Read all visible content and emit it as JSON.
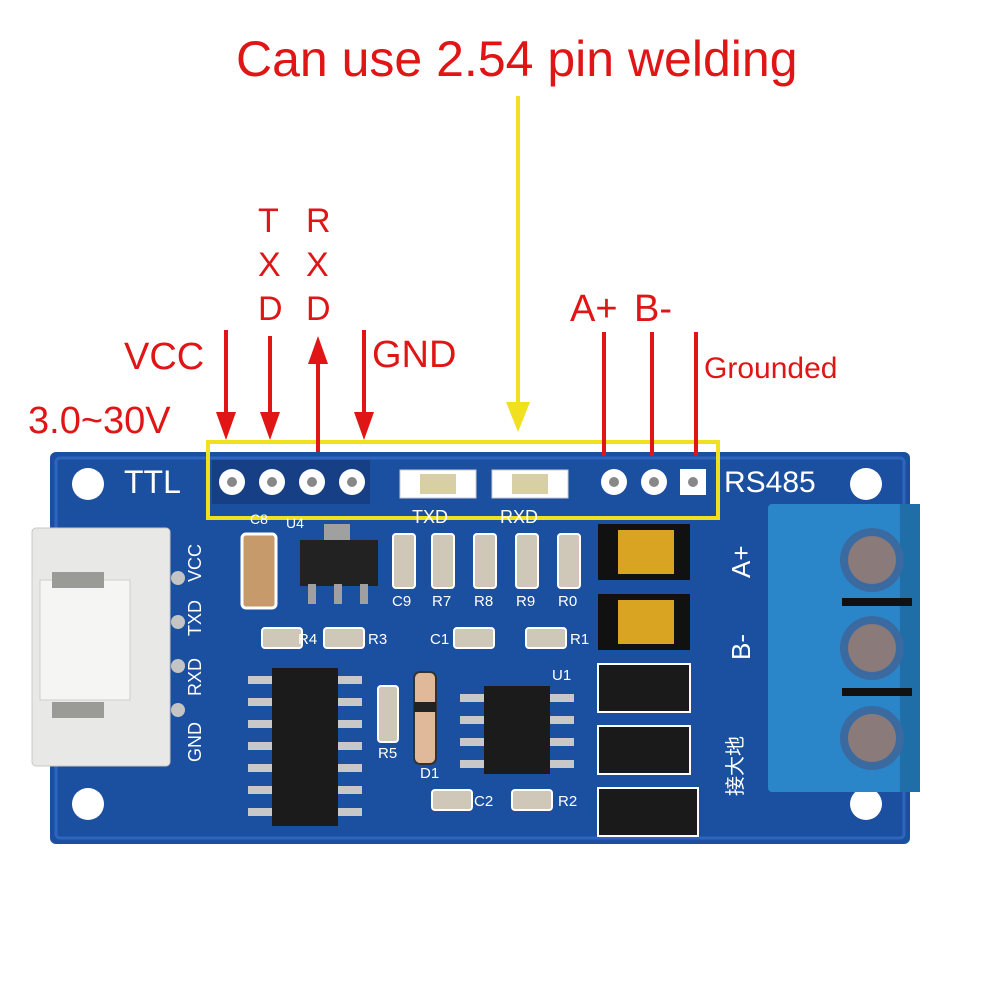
{
  "annotations": {
    "title": "Can use 2.54 pin welding",
    "txd_letters": [
      "T",
      "X",
      "D"
    ],
    "rxd_letters": [
      "R",
      "X",
      "D"
    ],
    "vcc": "VCC",
    "voltage": "3.0~30V",
    "gnd": "GND",
    "a_plus": "A+",
    "b_minus": "B-",
    "grounded": "Grounded"
  },
  "board": {
    "ttl_label": "TTL",
    "rs485_label": "RS485",
    "led_txd": "TXD",
    "led_rxd": "RXD",
    "connector_pins": [
      "VCC",
      "TXD",
      "RXD",
      "GND"
    ],
    "terminal_labels": [
      "A+",
      "B-",
      "接大地"
    ],
    "components": [
      "C8",
      "U4",
      "C9",
      "R7",
      "R8",
      "R9",
      "R0",
      "R4",
      "R3",
      "C1",
      "R1",
      "U1",
      "R5",
      "D1",
      "C2",
      "R2"
    ]
  },
  "colors": {
    "annotation": "#e01515",
    "arrow_yellow": "#f0e020",
    "pcb": "#1b4fa0",
    "terminal": "#2a86c8"
  }
}
